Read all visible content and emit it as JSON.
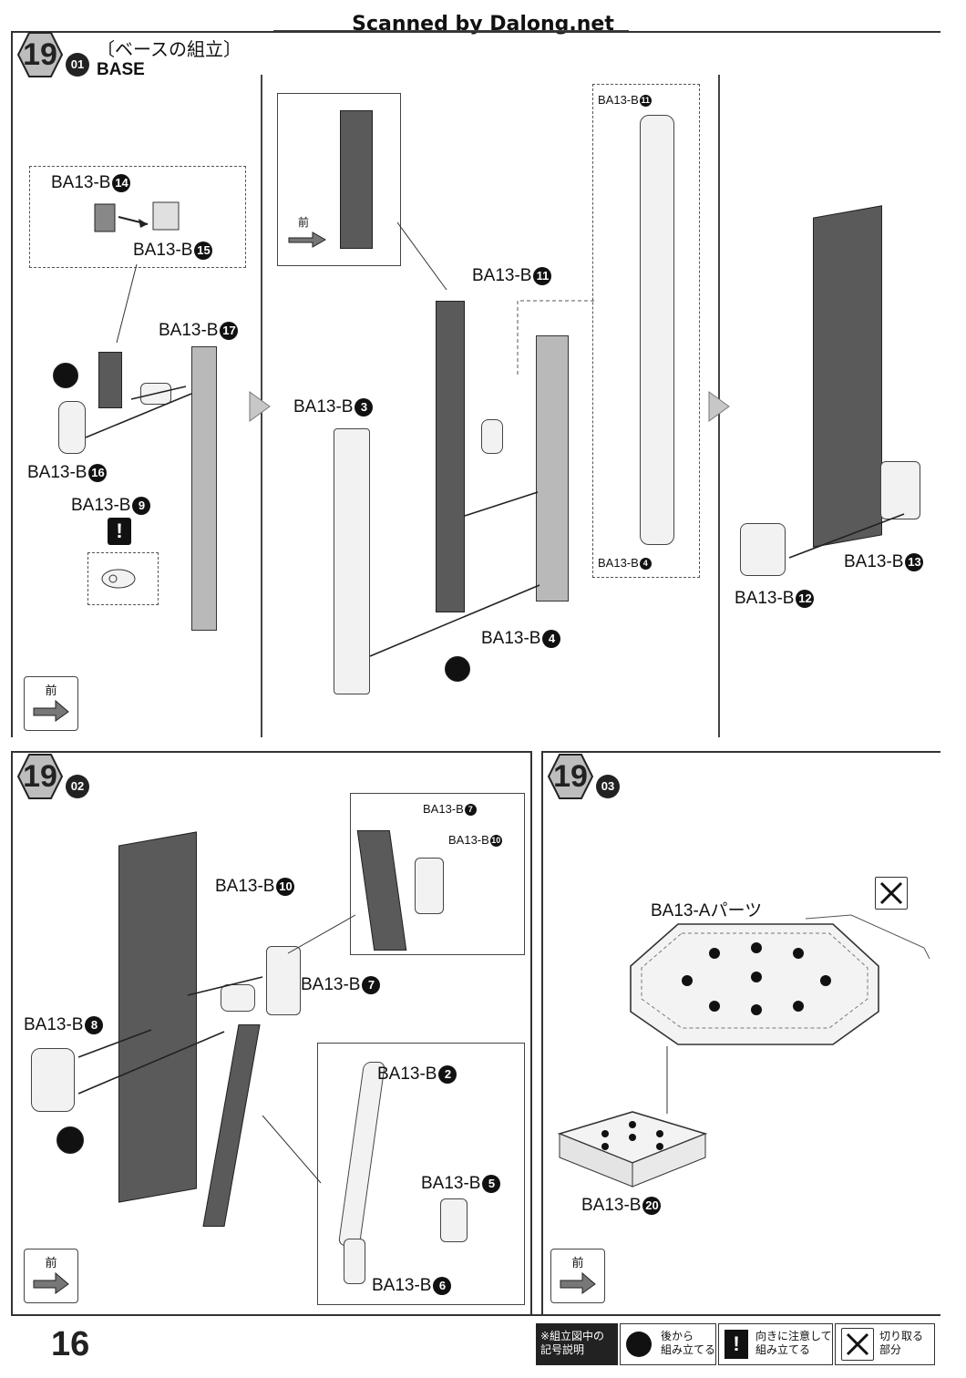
{
  "header": {
    "credit": "Scanned by Dalong.net"
  },
  "step1": {
    "badge": "19",
    "sub": "01",
    "title_jp": "〔ベースの組立〕",
    "title_en": "BASE",
    "labels": {
      "b14": "BA13-B",
      "b14n": "14",
      "b15": "BA13-B",
      "b15n": "15",
      "b17": "BA13-B",
      "b17n": "17",
      "b16": "BA13-B",
      "b16n": "16",
      "b9": "BA13-B",
      "b9n": "9",
      "b3": "BA13-B",
      "b3n": "3",
      "b11": "BA13-B",
      "b11n": "11",
      "b4": "BA13-B",
      "b4n": "4",
      "d11": "BA13-B",
      "d11n": "11",
      "d4": "BA13-B",
      "d4n": "4",
      "b13": "BA13-B",
      "b13n": "13",
      "b12": "BA13-B",
      "b12n": "12"
    },
    "front": "前",
    "front_inset": "前"
  },
  "step2": {
    "badge": "19",
    "sub": "02",
    "labels": {
      "b10": "BA13-B",
      "b10n": "10",
      "b7": "BA13-B",
      "b7n": "7",
      "b8": "BA13-B",
      "b8n": "8",
      "b2": "BA13-B",
      "b2n": "2",
      "b5": "BA13-B",
      "b5n": "5",
      "b6": "BA13-B",
      "b6n": "6",
      "i7": "BA13-B",
      "i7n": "7",
      "i10": "BA13-B",
      "i10n": "10"
    },
    "front": "前"
  },
  "step3": {
    "badge": "19",
    "sub": "03",
    "labels": {
      "a_parts": "BA13-Aパーツ",
      "b20": "BA13-B",
      "b20n": "20"
    },
    "front": "前"
  },
  "footer": {
    "page_number": "16",
    "legend_title": "※組立図中の\n記号説明",
    "legend_back": "後から\n組み立てる",
    "legend_orient": "向きに注意して\n組み立てる",
    "legend_cut": "切り取る\n部分"
  }
}
